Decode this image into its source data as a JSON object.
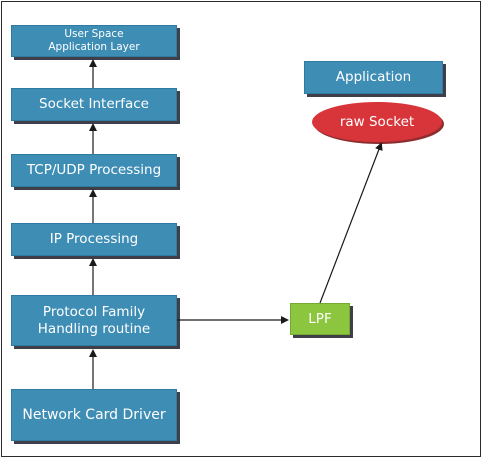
{
  "diagram": {
    "left_stack": {
      "user_space_line1": "User Space",
      "user_space_line2": "Application Layer",
      "socket_interface": "Socket Interface",
      "tcp_udp_processing": "TCP/UDP Processing",
      "ip_processing": "IP Processing",
      "protocol_family_line1": "Protocol Family",
      "protocol_family_line2": "Handling routine",
      "network_card_driver": "Network Card Driver"
    },
    "right_stack": {
      "application": "Application",
      "raw_socket": "raw Socket",
      "lpf": "LPF"
    },
    "colors": {
      "box_blue": "#3e8db5",
      "lpf_green": "#8cc63f",
      "raw_socket_red": "#d8353a",
      "shadow": "#3f3f4a",
      "arrow": "#1a1a1a"
    }
  }
}
